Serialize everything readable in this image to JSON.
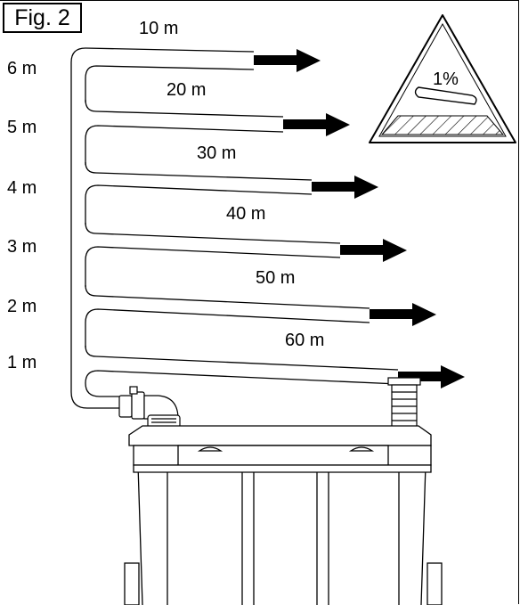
{
  "figure": {
    "label": "Fig. 2"
  },
  "height_labels": [
    "6 m",
    "5 m",
    "4 m",
    "3 m",
    "2 m",
    "1 m"
  ],
  "length_labels": [
    "10 m",
    "20 m",
    "30 m",
    "40 m",
    "50 m",
    "60 m"
  ],
  "slope_sign": {
    "text": "1%"
  }
}
